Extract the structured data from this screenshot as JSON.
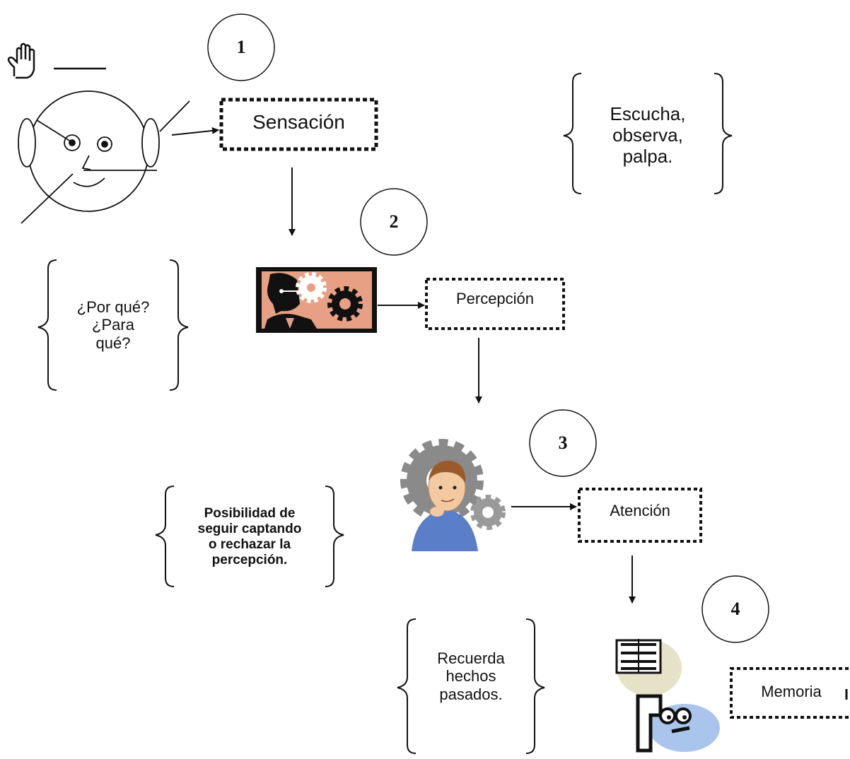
{
  "steps": [
    {
      "number": "1",
      "label": "Sensación"
    },
    {
      "number": "2",
      "label": "Percepción"
    },
    {
      "number": "3",
      "label": "Atención"
    },
    {
      "number": "4",
      "label": "Memoria"
    }
  ],
  "notes": {
    "sensation": [
      "Escucha,",
      "observa,",
      "palpa."
    ],
    "perception": [
      "¿Por qué?",
      "¿Para",
      "qué?"
    ],
    "attention": [
      "Posibilidad de",
      "seguir captando",
      "o rechazar la",
      "percepción."
    ],
    "memory": [
      "Recuerda",
      "hechos",
      "pasados."
    ]
  },
  "icons": {
    "face": "face-senses-icon",
    "hand": "hand-icon",
    "thinker": "person-gears-icon",
    "professor": "professor-thinking-gears-icon",
    "reader": "reader-book-icon"
  },
  "colors": {
    "ink": "#111111",
    "salmon": "#e8a084",
    "gear_gray": "#8a8a8a",
    "shirt_blue": "#5a7ec8",
    "skin": "#f2c9a0",
    "book_blob": "#e6e2c8",
    "reader_blob": "#a9c5ec"
  }
}
